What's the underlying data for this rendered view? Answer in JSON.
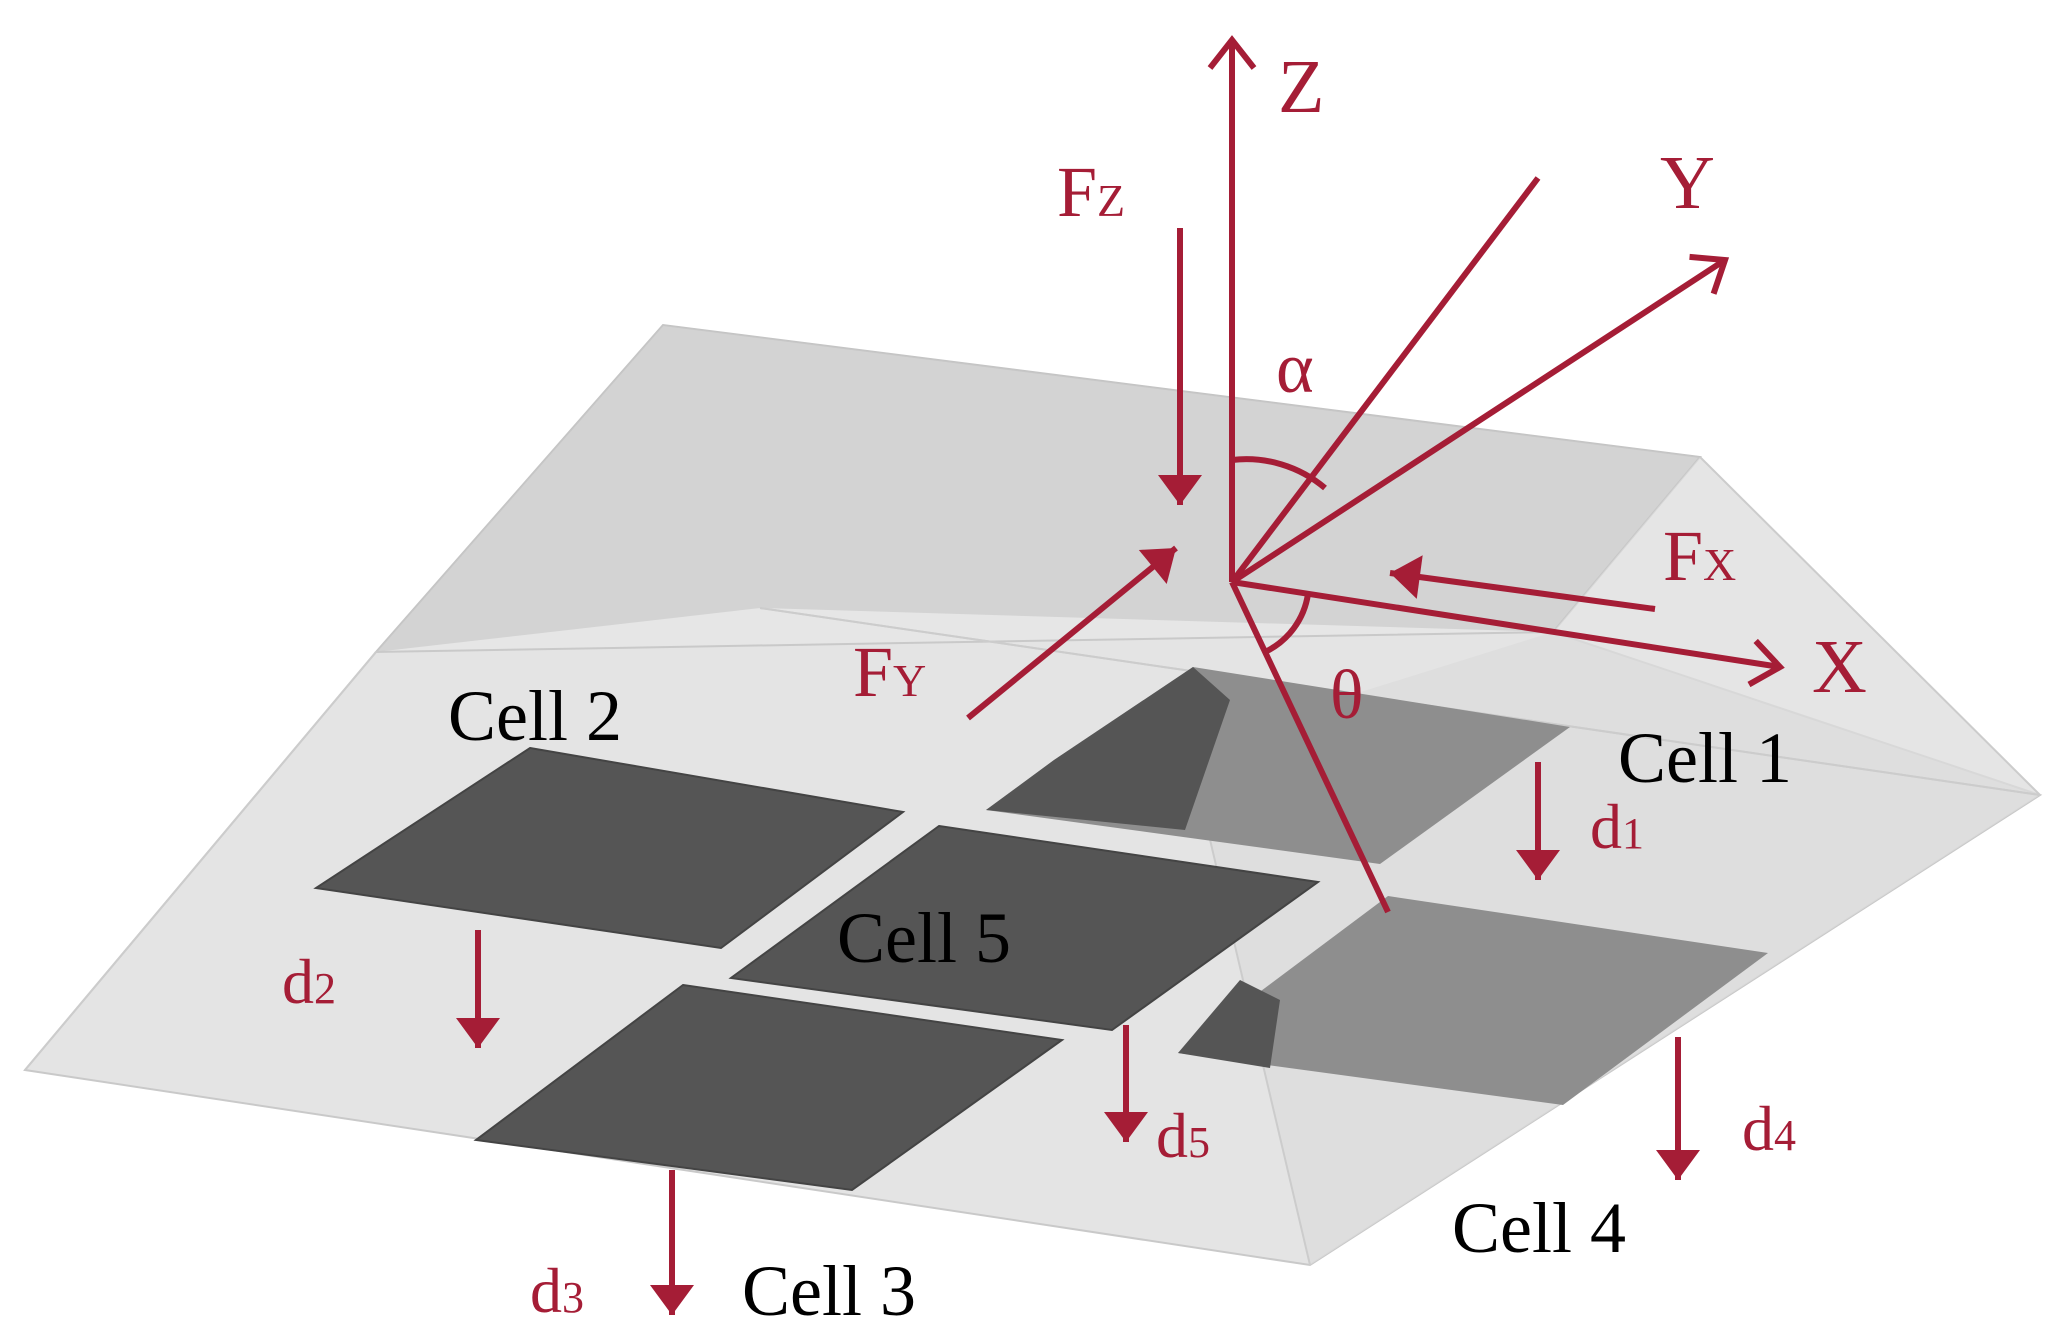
{
  "colors": {
    "accent": "#a51d36",
    "cell_dark": "#555555",
    "cell_faded": "#8e8e8e",
    "surface_light": "#e3e3e3",
    "text": "#000000"
  },
  "axes": {
    "x": "X",
    "y": "Y",
    "z": "Z"
  },
  "forces": {
    "fx": {
      "main": "F",
      "sub": "X"
    },
    "fy": {
      "main": "F",
      "sub": "Y"
    },
    "fz": {
      "main": "F",
      "sub": "Z"
    }
  },
  "angles": {
    "alpha": "α",
    "theta": "θ"
  },
  "cells": {
    "cell1": "Cell 1",
    "cell2": "Cell 2",
    "cell3": "Cell 3",
    "cell4": "Cell 4",
    "cell5": "Cell 5"
  },
  "displacements": {
    "d1": {
      "main": "d",
      "sub": "1"
    },
    "d2": {
      "main": "d",
      "sub": "2"
    },
    "d3": {
      "main": "d",
      "sub": "3"
    },
    "d4": {
      "main": "d",
      "sub": "4"
    },
    "d5": {
      "main": "d",
      "sub": "5"
    }
  }
}
